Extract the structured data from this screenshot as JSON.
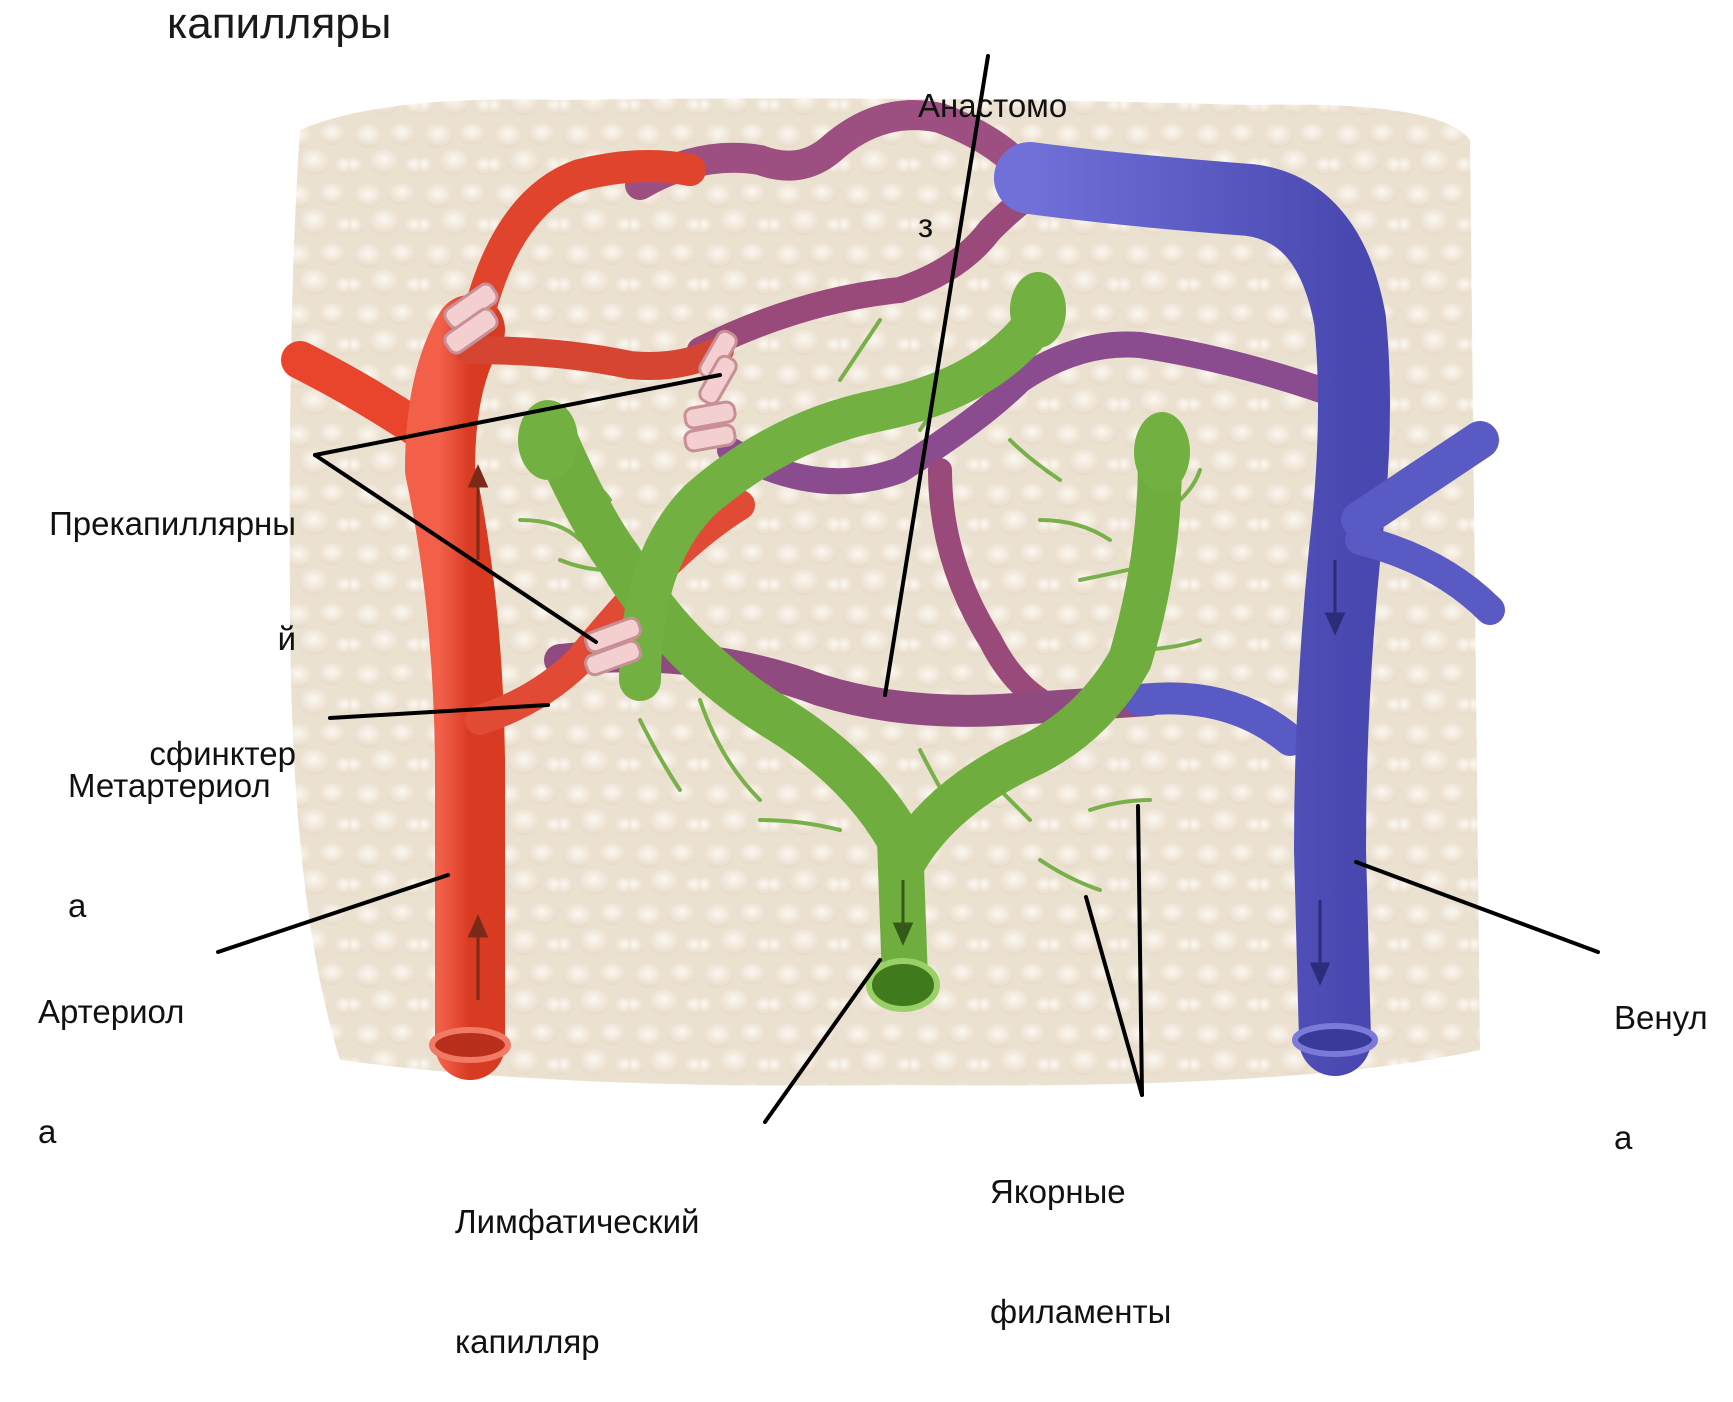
{
  "title": "капилляры",
  "labels": {
    "anastomosis": {
      "line1": "Анастомо",
      "line2": "з"
    },
    "precapillary_sphincter": {
      "line1": "Прекапиллярны",
      "line2": "й",
      "line3": "сфинктер"
    },
    "metarteriole": {
      "line1": "Метартериол",
      "line2": "а"
    },
    "arteriole": {
      "line1": "Артериол",
      "line2": "а"
    },
    "venule": {
      "line1": "Венул",
      "line2": "а"
    },
    "lymphatic_capillary": {
      "line1": "Лимфатический",
      "line2": "капилляр"
    },
    "anchoring_filaments": {
      "line1": "Якорные",
      "line2": "филаменты"
    }
  },
  "colors": {
    "arterial": "#e8452c",
    "capillary_mixed": "#9a4a7a",
    "venous": "#5858c4",
    "lymphatic": "#7cb342",
    "sphincter": "#f2c6c6",
    "tissue_background": "#efe6d8",
    "leader_line": "#000000"
  }
}
